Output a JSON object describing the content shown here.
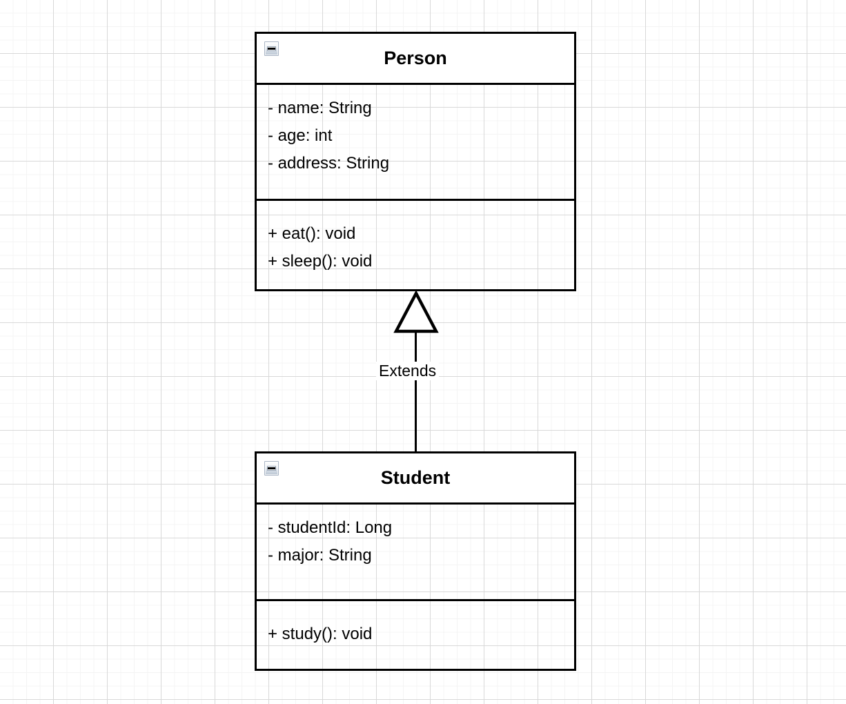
{
  "diagram": {
    "type": "uml-class-diagram",
    "background": "#ffffff",
    "grid": {
      "minor_color": "#f4f4f4",
      "major_color": "#d8d8d8",
      "minor_spacing": 19.5,
      "major_spacing": 78
    },
    "line_color": "#000000"
  },
  "classes": [
    {
      "id": "person",
      "name": "Person",
      "collapse_icon": "collapse-minus-icon",
      "attributes": [
        "- name: String",
        "- age: int",
        "- address: String"
      ],
      "methods": [
        "+ eat(): void",
        "+ sleep(): void"
      ]
    },
    {
      "id": "student",
      "name": "Student",
      "collapse_icon": "collapse-minus-icon",
      "attributes": [
        "- studentId: Long",
        "- major: String"
      ],
      "methods": [
        "+ study(): void"
      ]
    }
  ],
  "relationships": [
    {
      "id": "extends-edge",
      "label": "Extends",
      "kind": "generalization",
      "from": "Student",
      "to": "Person",
      "arrow": "hollow-triangle"
    }
  ]
}
